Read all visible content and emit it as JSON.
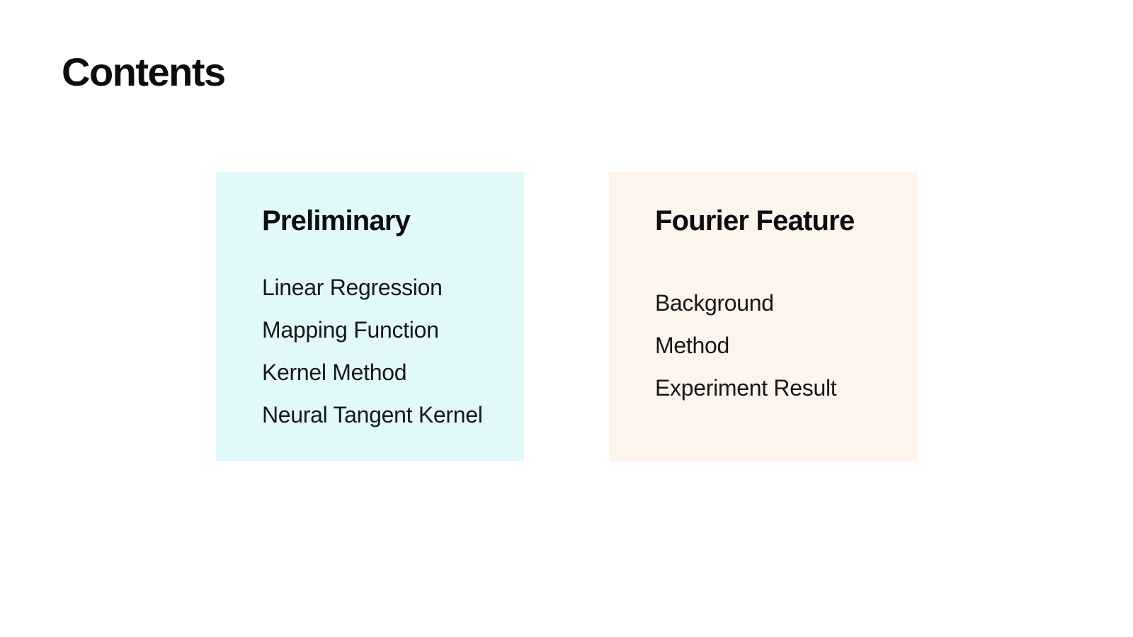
{
  "slide": {
    "title": "Contents",
    "colors": {
      "background": "#ffffff",
      "title_text": "#0d0d0f",
      "item_text": "#17171a",
      "preliminary_card_bg": "#e1f9fb",
      "fourier_card_bg": "#fdf4ec"
    },
    "sections": [
      {
        "id": "preliminary",
        "heading": "Preliminary",
        "items": [
          "Linear Regression",
          "Mapping Function",
          "Kernel Method",
          "Neural Tangent Kernel"
        ]
      },
      {
        "id": "fourier-feature",
        "heading": "Fourier Feature",
        "items": [
          "Background",
          "Method",
          "Experiment Result"
        ]
      }
    ]
  }
}
